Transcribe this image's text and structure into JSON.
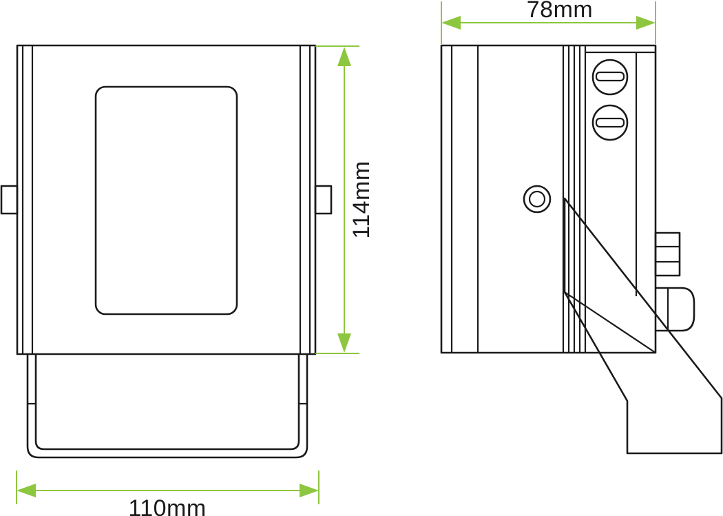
{
  "front_view": {
    "width_label": "110mm",
    "height_label": "114mm"
  },
  "side_view": {
    "depth_label": "78mm"
  },
  "colors": {
    "outline": "#1a1a1a",
    "dimension": "#8dc63f",
    "background": "#ffffff"
  }
}
